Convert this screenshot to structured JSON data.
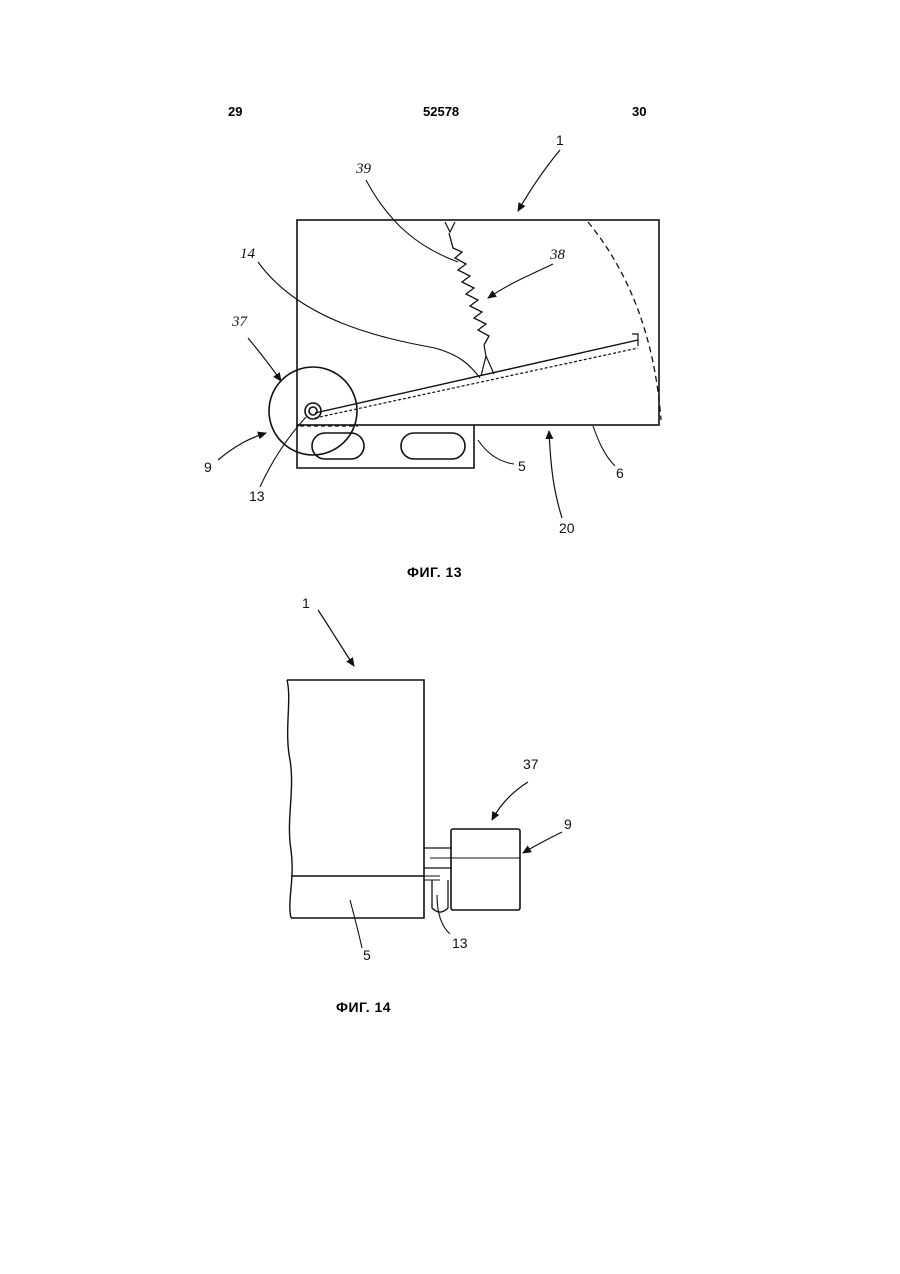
{
  "header": {
    "page_left": "29",
    "patent_number": "52578",
    "page_right": "30"
  },
  "figure13": {
    "caption": "ФИГ. 13",
    "labels": {
      "l1": "1",
      "l39": "39",
      "l38": "38",
      "l14": "14",
      "l37": "37",
      "l9": "9",
      "l13": "13",
      "l5": "5",
      "l6": "6",
      "l20": "20"
    }
  },
  "figure14": {
    "caption": "ФИГ. 14",
    "labels": {
      "l1": "1",
      "l37": "37",
      "l9": "9",
      "l13": "13",
      "l5": "5"
    }
  }
}
